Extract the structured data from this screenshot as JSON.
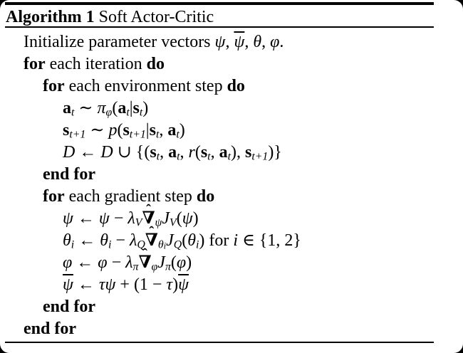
{
  "colors": {
    "corner_background": "#000000",
    "page_background": "#ffffff",
    "text": "#000000",
    "rule": "#000000"
  },
  "title": {
    "label": "Algorithm 1",
    "name": " Soft Actor-Critic"
  },
  "lines": [
    {
      "indent": 1,
      "tokens": [
        {
          "t": "Initialize parameter vectors "
        },
        {
          "t": "ψ",
          "s": "i"
        },
        {
          "t": ", "
        },
        {
          "t": "ψ",
          "s": "i",
          "bar": 1
        },
        {
          "t": ", "
        },
        {
          "t": "θ",
          "s": "i"
        },
        {
          "t": ", "
        },
        {
          "t": "φ",
          "s": "i"
        },
        {
          "t": "."
        }
      ]
    },
    {
      "indent": 1,
      "tokens": [
        {
          "t": "for",
          "s": "b"
        },
        {
          "t": " each iteration "
        },
        {
          "t": "do",
          "s": "b"
        }
      ]
    },
    {
      "indent": 2,
      "tokens": [
        {
          "t": "for",
          "s": "b"
        },
        {
          "t": " each environment step "
        },
        {
          "t": "do",
          "s": "b"
        }
      ]
    },
    {
      "indent": 3,
      "tokens": [
        {
          "t": "a",
          "s": "bm"
        },
        {
          "t": "t",
          "s": "i",
          "sub": 1
        },
        {
          "t": " ∼ "
        },
        {
          "t": "π",
          "s": "i"
        },
        {
          "t": "φ",
          "s": "i",
          "sub": 1
        },
        {
          "t": "("
        },
        {
          "t": "a",
          "s": "bm"
        },
        {
          "t": "t",
          "s": "i",
          "sub": 1
        },
        {
          "t": "|"
        },
        {
          "t": "s",
          "s": "bm"
        },
        {
          "t": "t",
          "s": "i",
          "sub": 1
        },
        {
          "t": ")"
        }
      ]
    },
    {
      "indent": 3,
      "tokens": [
        {
          "t": "s",
          "s": "bm"
        },
        {
          "t": "t+1",
          "s": "i",
          "sub": 1
        },
        {
          "t": " ∼ "
        },
        {
          "t": "p",
          "s": "i"
        },
        {
          "t": "("
        },
        {
          "t": "s",
          "s": "bm"
        },
        {
          "t": "t+1",
          "s": "i",
          "sub": 1
        },
        {
          "t": "|"
        },
        {
          "t": "s",
          "s": "bm"
        },
        {
          "t": "t",
          "s": "i",
          "sub": 1
        },
        {
          "t": ", "
        },
        {
          "t": "a",
          "s": "bm"
        },
        {
          "t": "t",
          "s": "i",
          "sub": 1
        },
        {
          "t": ")"
        }
      ]
    },
    {
      "indent": 3,
      "tokens": [
        {
          "t": "D",
          "s": "cal"
        },
        {
          "t": " ← "
        },
        {
          "t": "D",
          "s": "cal"
        },
        {
          "t": " ∪ {("
        },
        {
          "t": "s",
          "s": "bm"
        },
        {
          "t": "t",
          "s": "i",
          "sub": 1
        },
        {
          "t": ", "
        },
        {
          "t": "a",
          "s": "bm"
        },
        {
          "t": "t",
          "s": "i",
          "sub": 1
        },
        {
          "t": ", "
        },
        {
          "t": "r",
          "s": "i"
        },
        {
          "t": "("
        },
        {
          "t": "s",
          "s": "bm"
        },
        {
          "t": "t",
          "s": "i",
          "sub": 1
        },
        {
          "t": ", "
        },
        {
          "t": "a",
          "s": "bm"
        },
        {
          "t": "t",
          "s": "i",
          "sub": 1
        },
        {
          "t": ")"
        },
        {
          "t": ", "
        },
        {
          "t": "s",
          "s": "bm"
        },
        {
          "t": "t+1",
          "s": "i",
          "sub": 1
        },
        {
          "t": ")}"
        }
      ]
    },
    {
      "indent": 2,
      "tokens": [
        {
          "t": "end for",
          "s": "b"
        }
      ]
    },
    {
      "indent": 2,
      "tokens": [
        {
          "t": "for",
          "s": "b"
        },
        {
          "t": " each gradient step "
        },
        {
          "t": "do",
          "s": "b"
        }
      ]
    },
    {
      "indent": 3,
      "tokens": [
        {
          "t": "ψ",
          "s": "i"
        },
        {
          "t": " ← "
        },
        {
          "t": "ψ",
          "s": "i"
        },
        {
          "t": " − "
        },
        {
          "t": "λ",
          "s": "i"
        },
        {
          "t": "V",
          "s": "i",
          "sub": 1
        },
        {
          "t": "∇",
          "s": "b",
          "hat": 1
        },
        {
          "t": "ψ",
          "s": "i",
          "sub": 1
        },
        {
          "t": "J",
          "s": "i"
        },
        {
          "t": "V",
          "s": "i",
          "sub": 1
        },
        {
          "t": "("
        },
        {
          "t": "ψ",
          "s": "i"
        },
        {
          "t": ")"
        }
      ]
    },
    {
      "indent": 3,
      "tokens": [
        {
          "t": "θ",
          "s": "i"
        },
        {
          "t": "i",
          "s": "i",
          "sub": 1
        },
        {
          "t": " ← "
        },
        {
          "t": "θ",
          "s": "i"
        },
        {
          "t": "i",
          "s": "i",
          "sub": 1
        },
        {
          "t": " − "
        },
        {
          "t": "λ",
          "s": "i"
        },
        {
          "t": "Q",
          "s": "i",
          "sub": 1
        },
        {
          "t": "∇",
          "s": "b",
          "hat": 1
        },
        {
          "t": "θ",
          "s": "i",
          "sub": 1
        },
        {
          "t": "i",
          "s": "i",
          "sub": 2
        },
        {
          "t": "J",
          "s": "i"
        },
        {
          "t": "Q",
          "s": "i",
          "sub": 1
        },
        {
          "t": "("
        },
        {
          "t": "θ",
          "s": "i"
        },
        {
          "t": "i",
          "s": "i",
          "sub": 1
        },
        {
          "t": ")"
        },
        {
          "t": " for "
        },
        {
          "t": "i",
          "s": "i"
        },
        {
          "t": " ∈ {1, 2}"
        }
      ]
    },
    {
      "indent": 3,
      "tokens": [
        {
          "t": "φ",
          "s": "i"
        },
        {
          "t": " ← "
        },
        {
          "t": "φ",
          "s": "i"
        },
        {
          "t": " − "
        },
        {
          "t": "λ",
          "s": "i"
        },
        {
          "t": "π",
          "s": "i",
          "sub": 1
        },
        {
          "t": "∇",
          "s": "b",
          "hat": 1
        },
        {
          "t": "φ",
          "s": "i",
          "sub": 1
        },
        {
          "t": "J",
          "s": "i"
        },
        {
          "t": "π",
          "s": "i",
          "sub": 1
        },
        {
          "t": "("
        },
        {
          "t": "φ",
          "s": "i"
        },
        {
          "t": ")"
        }
      ]
    },
    {
      "indent": 3,
      "tokens": [
        {
          "t": "ψ",
          "s": "i",
          "bar": 1
        },
        {
          "t": " ← "
        },
        {
          "t": "τ",
          "s": "i"
        },
        {
          "t": "ψ",
          "s": "i"
        },
        {
          "t": " + (1 − "
        },
        {
          "t": "τ",
          "s": "i"
        },
        {
          "t": ")"
        },
        {
          "t": "ψ",
          "s": "i",
          "bar": 1
        }
      ]
    },
    {
      "indent": 2,
      "tokens": [
        {
          "t": "end for",
          "s": "b"
        }
      ]
    },
    {
      "indent": 1,
      "tokens": [
        {
          "t": "end for",
          "s": "b"
        }
      ]
    }
  ]
}
